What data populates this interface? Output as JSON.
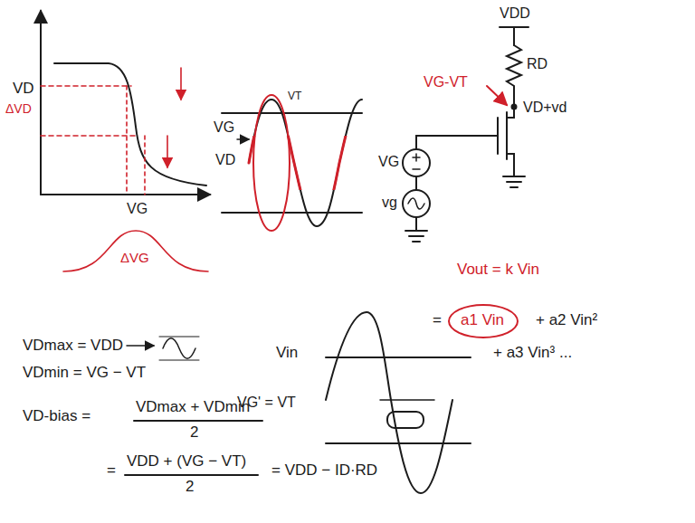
{
  "diagram": {
    "nodes": [
      {
        "text": [
          "a1 Vin"
        ]
      }
    ],
    "labels": [
      "VD",
      "ΔVD",
      "VG",
      "ΔVG",
      "VD",
      "VG",
      "VT",
      "VDD",
      "RD",
      "VD+vd",
      "VG-VT",
      "VG",
      "vg",
      "Vout = k Vin",
      "=",
      "+ a2 Vin²",
      "+ a3 Vin³ ...",
      "Vin",
      "VG' = VT",
      "VDmax = VDD",
      "VDmin = VG − VT",
      "VD-bias =",
      "VDmax + VDmin",
      "2",
      "=",
      "VDD + (VG − VT)",
      "2",
      "= VDD − ID·RD"
    ]
  }
}
